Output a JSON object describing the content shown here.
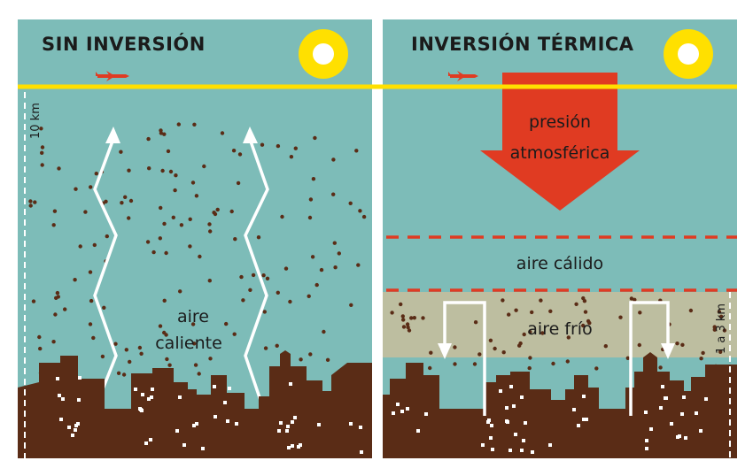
{
  "panels": {
    "left": {
      "title": "SIN INVERSIÓN",
      "air_label_line1": "aire",
      "air_label_line2": "caliente",
      "scale_label": "10 km"
    },
    "right": {
      "title": "INVERSIÓN TÉRMICA",
      "pressure_line1": "presión",
      "pressure_line2": "atmosférica",
      "warm_label": "aire cálido",
      "cold_label": "aire frío",
      "scale_label": "1 a 3 km"
    }
  },
  "icons": [
    "sun-icon",
    "airplane-icon",
    "up-arrow-icon",
    "down-arrow-icon"
  ],
  "colors": {
    "sky": "#7dbcb8",
    "cold_layer": "#bdbea0",
    "city": "#5a2c16",
    "pollution_dots": "#5a2c16",
    "pressure_arrow": "#e03b22",
    "boundary_line": "#ffe000",
    "airplane": "#e03b22",
    "sun": "#ffe000",
    "dashes": "#e03b22",
    "air_arrows": "#ffffff"
  }
}
